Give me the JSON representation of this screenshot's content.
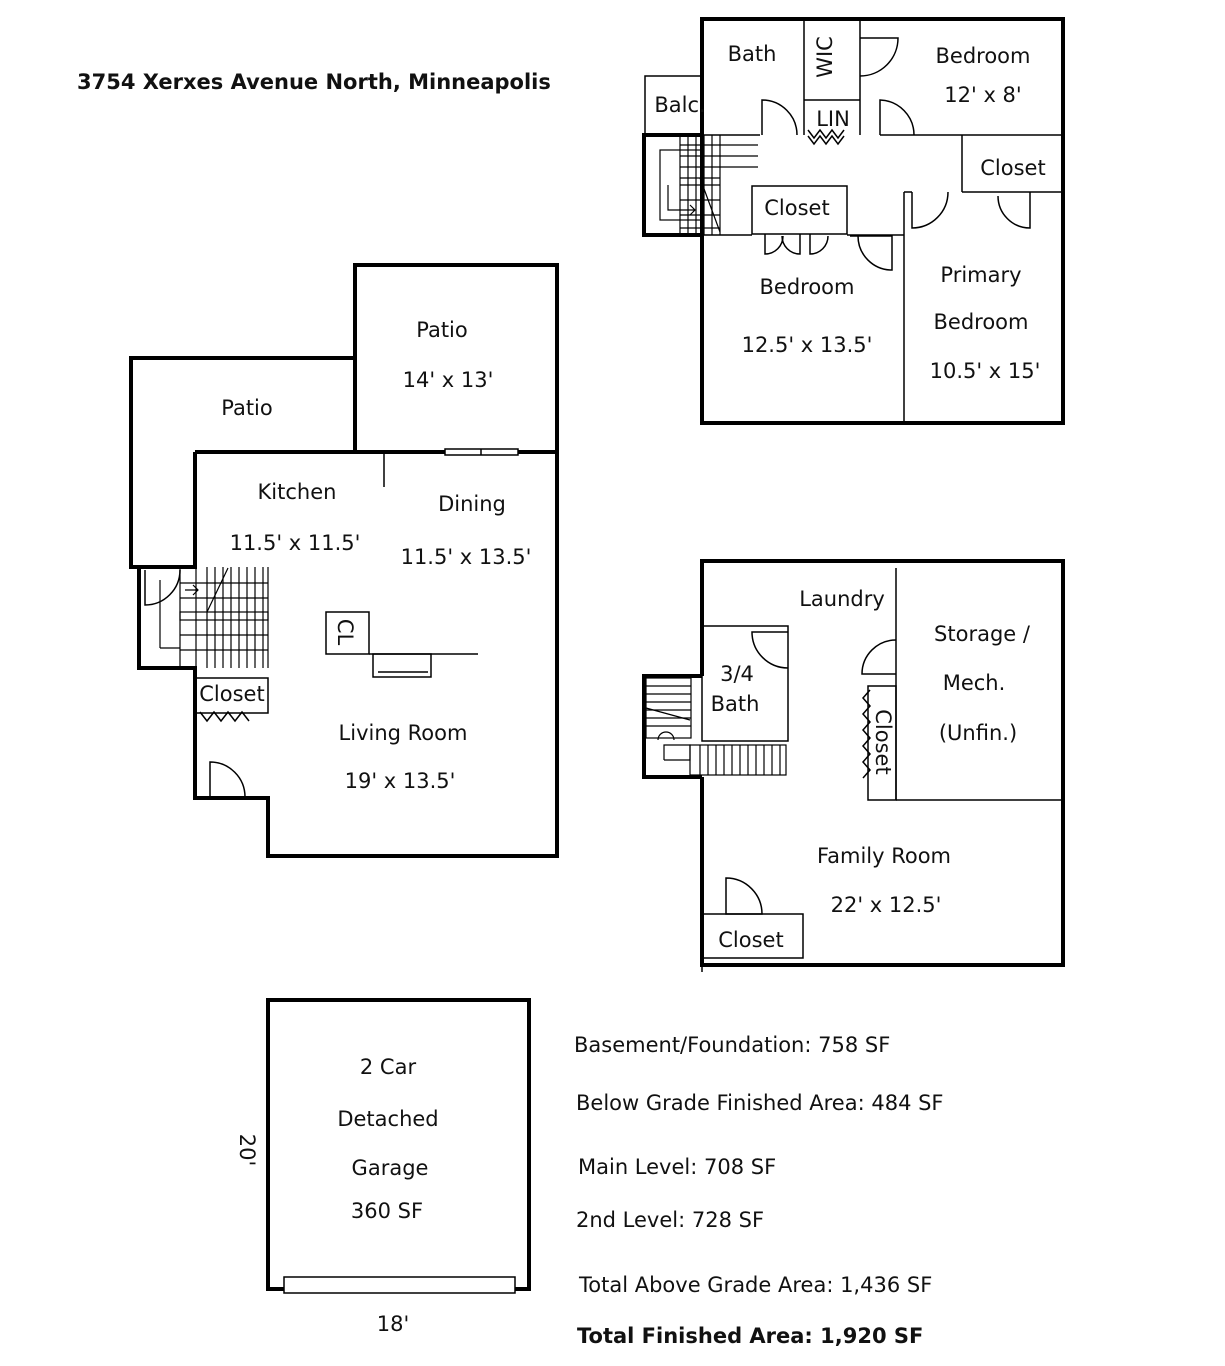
{
  "title": "3754 Xerxes Avenue North, Minneapolis",
  "upper_level": {
    "bath": "Bath",
    "wic": "WIC",
    "balc": "Balc.",
    "lin": "LIN",
    "bedroom1_name": "Bedroom",
    "bedroom1_size": "12' x 8'",
    "closet_right": "Closet",
    "closet_center": "Closet",
    "bedroom2_name": "Bedroom",
    "bedroom2_size": "12.5' x 13.5'",
    "primary_line1": "Primary",
    "primary_line2": "Bedroom",
    "primary_size": "10.5' x 15'"
  },
  "main_level": {
    "patio_upper_name": "Patio",
    "patio_upper_size": "14' x 13'",
    "patio_left_name": "Patio",
    "kitchen_name": "Kitchen",
    "kitchen_size": "11.5' x 11.5'",
    "dining_name": "Dining",
    "dining_size": "11.5' x 13.5'",
    "cl": "CL",
    "closet": "Closet",
    "living_name": "Living Room",
    "living_size": "19' x 13.5'"
  },
  "lower_level": {
    "laundry": "Laundry",
    "storage_line1": "Storage /",
    "storage_line2": "Mech.",
    "storage_line3": "(Unfin.)",
    "bath_line1": "3/4",
    "bath_line2": "Bath",
    "closet_vertical": "Closet",
    "family_name": "Family Room",
    "family_size": "22' x 12.5'",
    "closet_bottom": "Closet"
  },
  "garage": {
    "line1": "2 Car",
    "line2": "Detached",
    "line3": "Garage",
    "area": "360 SF",
    "depth": "20'",
    "width": "18'"
  },
  "areas": {
    "basement": "Basement/Foundation: 758 SF",
    "below_grade": "Below Grade Finished Area: 484 SF",
    "main_level": "Main Level: 708 SF",
    "second_level": "2nd Level: 728 SF",
    "above_grade": "Total Above Grade Area: 1,436 SF",
    "total_finished": "Total Finished Area: 1,920 SF"
  }
}
